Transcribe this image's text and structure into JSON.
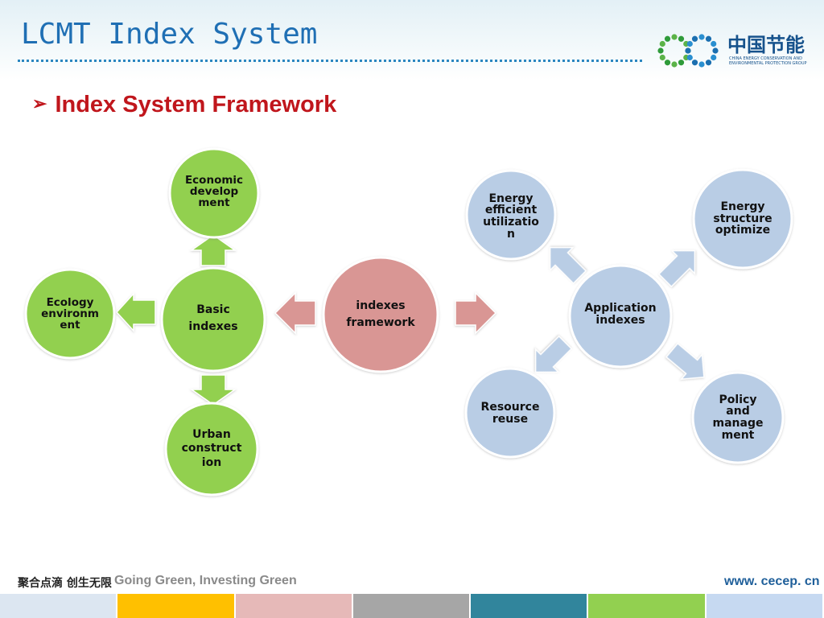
{
  "header": {
    "title": "LCMT Index System"
  },
  "logo": {
    "cn_text": "中国节能",
    "en_text": "CHINA ENERGY CONSERVATION AND ENVIRONMENTAL PROTECTION GROUP"
  },
  "section": {
    "arrow": "➢",
    "heading": "Index System Framework"
  },
  "colors": {
    "title": "#1f6fb4",
    "heading": "#c0161c",
    "green_node": "#92d050",
    "pink_node": "#d99694",
    "blue_node": "#b9cde5"
  },
  "diagram": {
    "nodes": {
      "economic": "Economic development",
      "ecology": "Ecology environment",
      "basic": "Basic indexes",
      "urban": "Urban construction",
      "framework": "indexes framework",
      "application": "Application indexes",
      "energy_efficient": "Energy efficient utilization",
      "energy_structure": "Energy structure optimize",
      "resource": "Resource reuse",
      "policy": "Policy and management"
    },
    "node_lines": {
      "economic": [
        "Economic",
        "develop",
        "ment"
      ],
      "ecology": [
        "Ecology",
        "environm",
        "ent"
      ],
      "basic": [
        "Basic",
        "indexes"
      ],
      "urban": [
        "Urban",
        "construct",
        "ion"
      ],
      "framework": [
        "indexes",
        "framework"
      ],
      "application": [
        "Application",
        "indexes"
      ],
      "energy_efficient": [
        "Energy",
        "efficient",
        "utilizatio",
        "n"
      ],
      "energy_structure": [
        "Energy",
        "structure",
        "optimize"
      ],
      "resource": [
        "Resource",
        "reuse"
      ],
      "policy": [
        "Policy",
        "and",
        "manage",
        "ment"
      ]
    }
  },
  "footer": {
    "slogan_cn": "聚合点滴 创生无限",
    "slogan_en": "Going Green, Investing Green",
    "url": "www. cecep. cn",
    "bar_colors": [
      "#dce6f1",
      "#ffc000",
      "#e6b9b8",
      "#a6a6a6",
      "#31859c",
      "#92d050",
      "#c6d9f1"
    ]
  }
}
